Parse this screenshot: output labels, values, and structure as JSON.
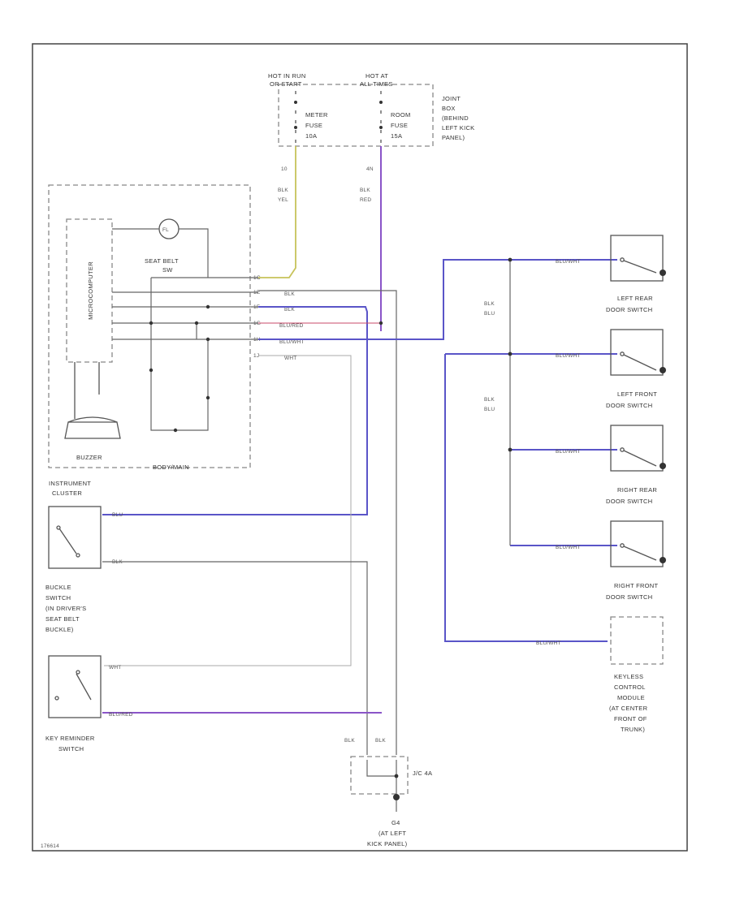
{
  "labels": {
    "hot_run": [
      "HOT IN RUN",
      "OR START"
    ],
    "hot_at": [
      "HOT AT",
      "ALL TIMES"
    ],
    "meter_fuse": [
      "METER",
      "FUSE",
      "10A"
    ],
    "room_fuse": [
      "ROOM",
      "FUSE",
      "15A"
    ],
    "joint_box": [
      "JOINT",
      "BOX",
      "(BEHIND",
      "LEFT KICK",
      "PANEL)"
    ],
    "wire_num_1": "10",
    "wire_num_2": "4N",
    "blk_yel": [
      "BLK",
      "YEL"
    ],
    "blk_red": [
      "BLK",
      "RED"
    ],
    "microcomputer": "MICROCOMPUTER",
    "seat_belt": [
      "SEAT BELT",
      "SW"
    ],
    "buzzer": "BUZZER",
    "ecm_module": "BODY/MAIN",
    "conn_labels": [
      "1C",
      "1E",
      "1F",
      "1G",
      "1H",
      "1J"
    ],
    "wire_labels": [
      "BLK",
      "BLK",
      "BLU/RED",
      "BLU/WHT",
      "WHT"
    ],
    "instrument_cluster": [
      "INSTRUMENT",
      "CLUSTER"
    ],
    "buckle_switch": [
      "BUCKLE",
      "SWITCH",
      "(IN DRIVER'S",
      "SEAT BELT",
      "BUCKLE)"
    ],
    "key_reminder": [
      "KEY REMINDER",
      "SWITCH"
    ],
    "wht": "WHT",
    "blu_red": "BLU/RED",
    "blk": "BLK",
    "blu": "BLU",
    "blk_blu": [
      "BLK",
      "BLU"
    ],
    "blu_wht": "BLU/WHT",
    "left_rear": [
      "LEFT REAR",
      "DOOR SWITCH"
    ],
    "left_front": [
      "LEFT FRONT",
      "DOOR SWITCH"
    ],
    "right_rear": [
      "RIGHT REAR",
      "DOOR SWITCH"
    ],
    "right_front": [
      "RIGHT FRONT",
      "DOOR SWITCH"
    ],
    "keyless": [
      "KEYLESS",
      "CONTROL",
      "MODULE",
      "(AT CENTER",
      "FRONT OF",
      "TRUNK)"
    ],
    "j_conn": "J/C 4A",
    "ground": [
      "G4",
      "(AT LEFT",
      "KICK PANEL)"
    ],
    "diagram_id": "176614"
  }
}
